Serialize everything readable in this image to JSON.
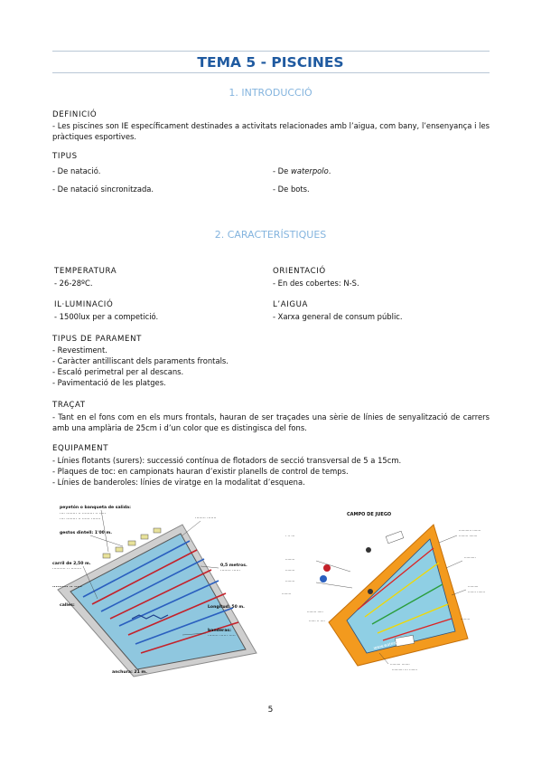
{
  "header": {
    "title": "TEMA 5 - PISCINES"
  },
  "section1": {
    "heading": "1. INTRODUCCIÓ",
    "definicio_label": "DEFINICIÓ",
    "definicio_text": "- Les piscines son IE específicament destinades a activitats relacionades amb l’aigua, com bany, l’ensenyança i les pràctiques esportives.",
    "tipus_label": "TIPUS",
    "tipus": [
      "- De natació.",
      "- De natació sincronitzada.",
      "- De",
      "waterpolo",
      ".",
      "- De bots."
    ]
  },
  "section2": {
    "heading": "2. CARACTERÍSTIQUES",
    "temperatura_label": "TEMPERATURA",
    "temperatura_text": "- 26-28ºC.",
    "orientacio_label": "ORIENTACIÓ",
    "orientacio_text": "- En des cobertes: N-S.",
    "il_label": "IL·LUMINACIÓ",
    "il_text": "- 1500lux per a competició.",
    "aigua_label": "L’AIGUA",
    "aigua_text": "- Xarxa general de consum públic.",
    "parament_label": "TIPUS DE PARAMENT",
    "parament_items": [
      "- Revestiment.",
      "- Caràcter antilliscant dels paraments frontals.",
      "- Escaló perimetral per al descans.",
      "- Pavimentació de les platges."
    ],
    "tracat_label": "TRAÇAT",
    "tracat_text": "- Tant en el fons com en els murs frontals, hauran de ser traçades una sèrie de línies de senyalització de carrers amb una amplària de 25cm i d’un color que es distingisca del fons.",
    "equipament_label": "EQUIPAMENT",
    "equipament_items": [
      "- Línies flotants (surers): successió contínua de flotadors de secció transversal de 5 a 15cm.",
      "- Plaques de toc: en campionats hauran d’existir planells de control de temps.",
      "- Línies de banderoles: línies de viratge en la modalitat d’esquena."
    ]
  },
  "figure_left": {
    "labels": [
      "peyetón o banqueta de salida:",
      "gestos dintell: 1'00 m.",
      "carril de 2,50 m.",
      "calles:",
      "0,5 metros.",
      "anchura: 21 m.",
      "Longitud: 50 m.",
      "banderas:"
    ]
  },
  "figure_right": {
    "labels": [
      "CAMPO DE JUEGO",
      "www.waterpolo.com"
    ]
  },
  "footer": {
    "page_number": "5"
  }
}
